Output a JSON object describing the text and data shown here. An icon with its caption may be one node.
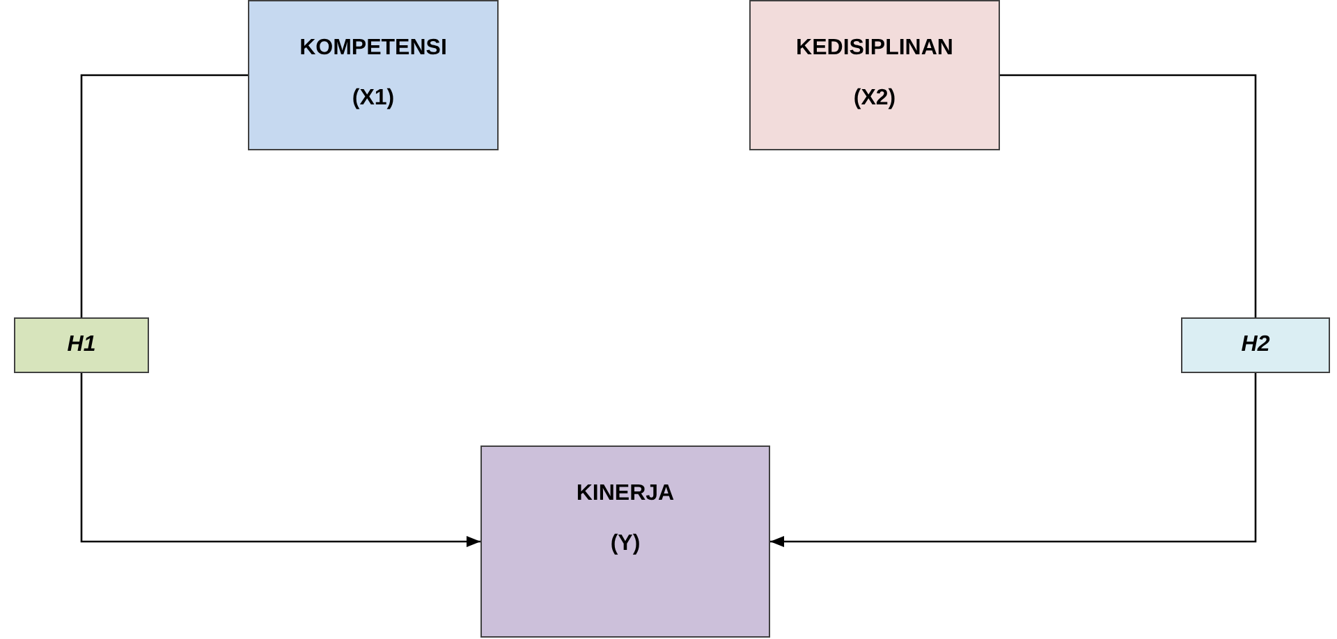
{
  "diagram": {
    "nodes": [
      {
        "text": [
          "KOMPETENSI",
          "(X1)"
        ]
      },
      {
        "text": [
          "KEDISIPLINAN",
          "(X2)"
        ]
      },
      {
        "text": [
          "H1"
        ]
      },
      {
        "text": [
          "H2"
        ]
      },
      {
        "text": [
          "KINERJA",
          "(Y)"
        ]
      }
    ],
    "edges": [
      {
        "from": 0,
        "to": 2,
        "arrow": "none"
      },
      {
        "from": 2,
        "to": 4,
        "arrow": "to"
      },
      {
        "from": 1,
        "to": 3,
        "arrow": "none"
      },
      {
        "from": 3,
        "to": 4,
        "arrow": "to"
      }
    ]
  }
}
